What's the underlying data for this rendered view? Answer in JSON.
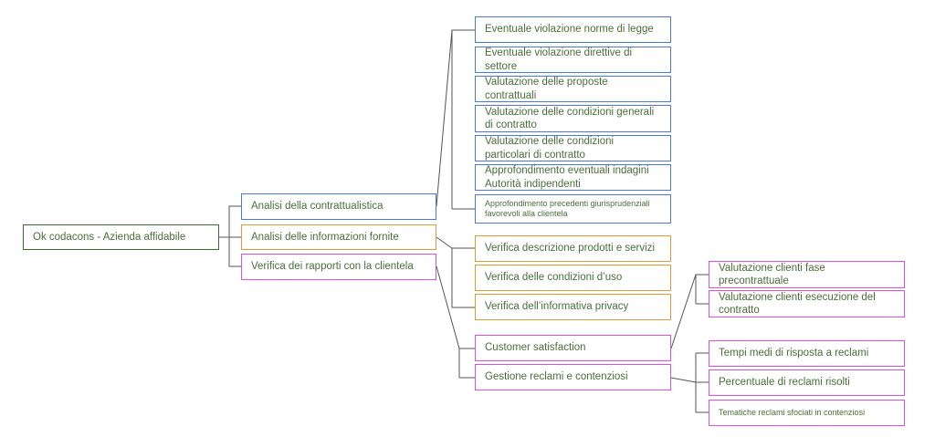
{
  "colors": {
    "root": "#3d6a35",
    "contracts": "#4a7bd0",
    "info": "#e39a3b",
    "relations": "#de4fe0",
    "text": "#4a6e3a",
    "connector": "#555555"
  },
  "root": {
    "label": "Ok codacons - Azienda affidabile"
  },
  "branches": [
    {
      "label": "Analisi della contrattualistica"
    },
    {
      "label": "Analisi delle informazioni fornite"
    },
    {
      "label": "Verifica dei rapporti con la clientela"
    }
  ],
  "contracts_items": [
    {
      "label": "Eventuale violazione norme di legge"
    },
    {
      "label": "Eventuale violazione direttive di settore"
    },
    {
      "label": "Valutazione delle proposte contrattuali"
    },
    {
      "label": "Valutazione delle condizioni generali di contratto"
    },
    {
      "label": "Valutazione delle condizioni particolari di contratto"
    },
    {
      "label": "Approfondimento eventuali indagini Autorità indipendenti"
    },
    {
      "label": "Approfondimento precedenti giurisprudenziali favorevoli alla clientela"
    }
  ],
  "info_items": [
    {
      "label": "Verifica descrizione prodotti e servizi"
    },
    {
      "label": "Verifica delle condizioni d’uso"
    },
    {
      "label": "Verifica dell’informativa privacy"
    }
  ],
  "relations_items": [
    {
      "label": "Customer satisfaction"
    },
    {
      "label": "Gestione reclami e contenziosi"
    }
  ],
  "customer_items": [
    {
      "label": "Valutazione clienti fase precontrattuale"
    },
    {
      "label": "Valutazione clienti esecuzione del contratto"
    }
  ],
  "complaints_items": [
    {
      "label": "Tempi medi di risposta a reclami"
    },
    {
      "label": "Percentuale di reclami risolti"
    },
    {
      "label": "Tematiche reclami sfociati in contenziosi"
    }
  ]
}
